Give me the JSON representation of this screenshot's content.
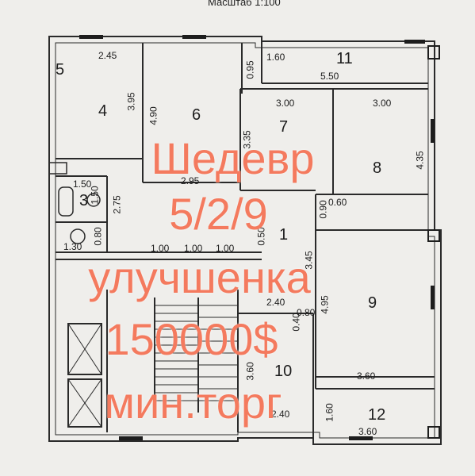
{
  "header": {
    "scale": "Масштаб 1:100"
  },
  "rooms": {
    "r1": "1",
    "r3": "3",
    "r4": "4",
    "r5": "5",
    "r6": "6",
    "r7": "7",
    "r8": "8",
    "r9": "9",
    "r10": "10",
    "r11": "11",
    "r12": "12"
  },
  "dimensions": {
    "d1": "2.45",
    "d2": "3.95",
    "d3": "4.90",
    "d4": "0.95",
    "d5": "1.60",
    "d6": "5.50",
    "d7": "3.00",
    "d8": "3.00",
    "d9": "3.35",
    "d10": "4.35",
    "d11": "2.95",
    "d12": "0.60",
    "d13": "0.90",
    "d14": "0.50",
    "d15": "1.50",
    "d16": "1.50",
    "d17": "2.75",
    "d18": "0.80",
    "d19": "1.30",
    "d20": "1.00",
    "d21": "1.00",
    "d22": "1.00",
    "d23": "3.45",
    "d24": "2.40",
    "d25": "0.80",
    "d26": "0.40",
    "d27": "4.95",
    "d28": "3.60",
    "d29": "3.60",
    "d30": "1.60",
    "d31": "2.40",
    "d32": "3.60"
  },
  "overlay": {
    "line1": "Шедевр",
    "line2": "5/2/9",
    "line3": "улучшенка",
    "line4": "150000$",
    "line5": "мин.торг"
  },
  "colors": {
    "overlay_text": "#f47a5e",
    "paper": "#efeeeb",
    "ink": "#1d1d1d"
  }
}
